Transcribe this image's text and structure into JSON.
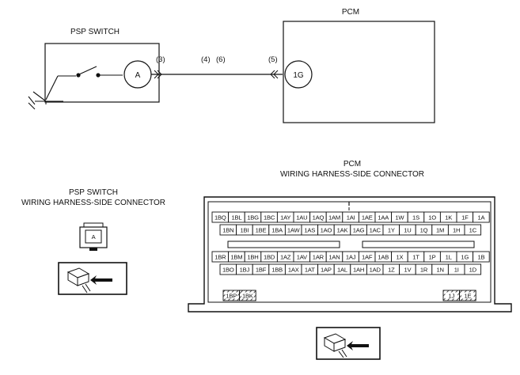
{
  "schematic": {
    "psp_switch_title": "PSP SWITCH",
    "pcm_title": "PCM",
    "psp_terminal": "A",
    "pcm_terminal": "1G",
    "connector_refs": [
      "(3)",
      "(4)",
      "(6)",
      "(5)"
    ]
  },
  "psp_connector": {
    "title_line1": "PSP SWITCH",
    "title_line2": "WIRING HARNESS-SIDE CONNECTOR",
    "terminal": "A"
  },
  "pcm_connector": {
    "title_line1": "PCM",
    "title_line2": "WIRING HARNESS-SIDE CONNECTOR",
    "upper_row1": [
      "1BQ",
      "1BL",
      "1BG",
      "1BC",
      "1AY",
      "1AU",
      "1AQ",
      "1AM",
      "1AI",
      "1AE",
      "1AA",
      "1W",
      "1S",
      "1O",
      "1K",
      "1F",
      "1A"
    ],
    "upper_row2": [
      "1BN",
      "1BI",
      "1BE",
      "1BA",
      "1AW",
      "1AS",
      "1AO",
      "1AK",
      "1AG",
      "1AC",
      "1Y",
      "1U",
      "1Q",
      "1M",
      "1H",
      "1C"
    ],
    "lower_row1": [
      "1BR",
      "1BM",
      "1BH",
      "1BD",
      "1AZ",
      "1AV",
      "1AR",
      "1AN",
      "1AJ",
      "1AF",
      "1AB",
      "1X",
      "1T",
      "1P",
      "1L",
      "1G",
      "1B"
    ],
    "lower_row2": [
      "1BO",
      "1BJ",
      "1BF",
      "1BB",
      "1AX",
      "1AT",
      "1AP",
      "1AL",
      "1AH",
      "1AD",
      "1Z",
      "1V",
      "1R",
      "1N",
      "1I",
      "1D"
    ],
    "left_block": [
      "1BP",
      "1BK"
    ],
    "right_block": [
      "1J",
      "1E"
    ]
  }
}
